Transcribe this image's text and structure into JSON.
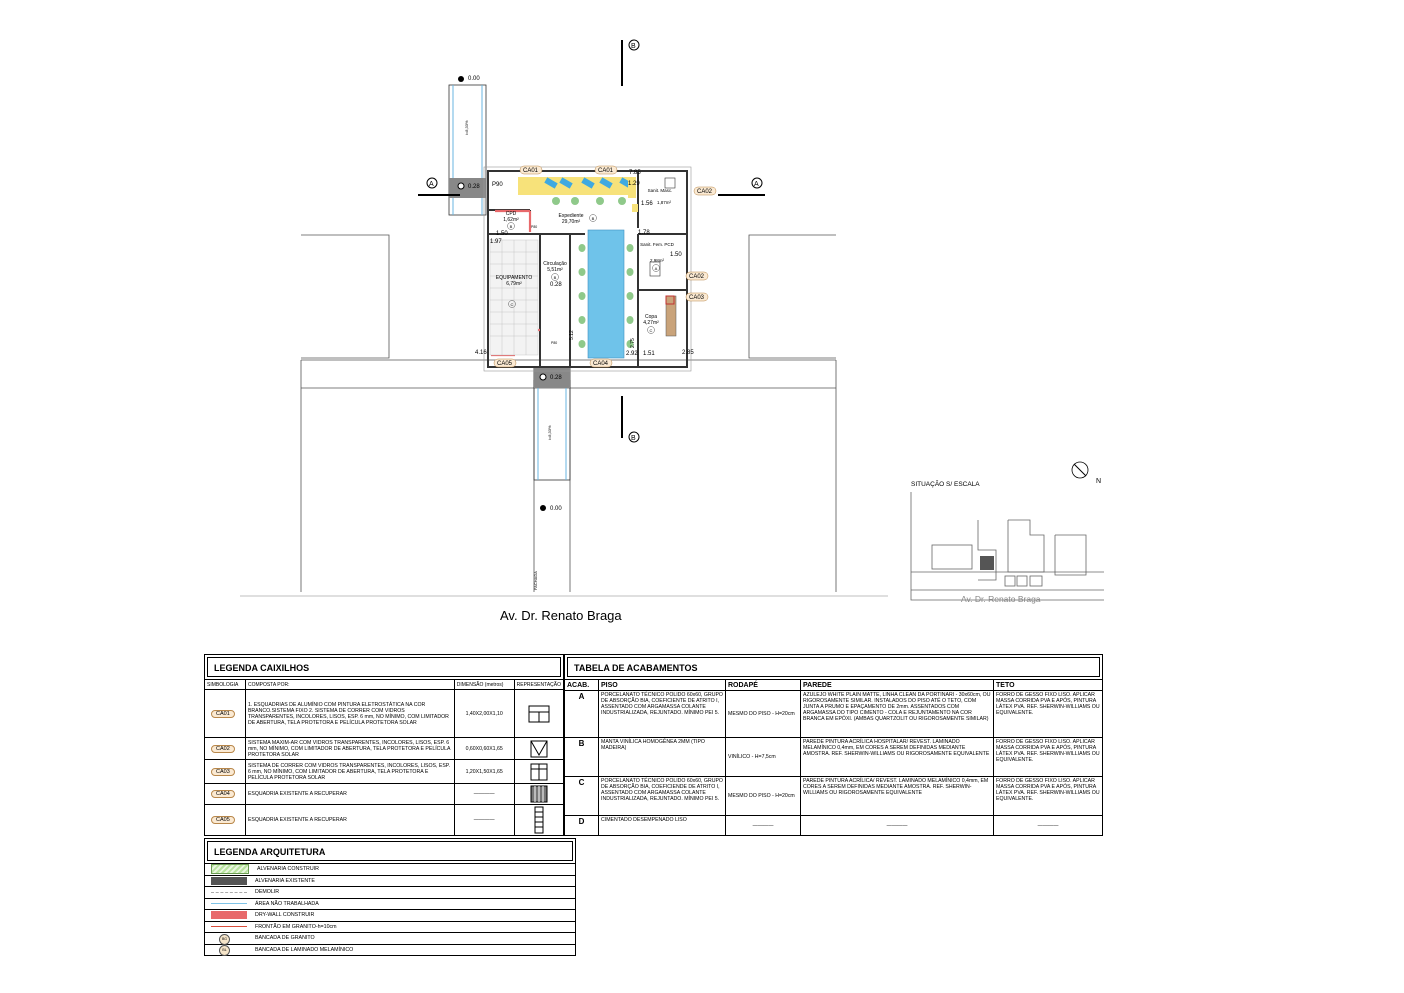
{
  "plan": {
    "levels": {
      "top": "0.00",
      "bottom": "0.00",
      "left_door": "0.28",
      "bottom_door": "0.28",
      "circ": "0.28"
    },
    "slope_labels": [
      "i=8,33%",
      "i=8,33%"
    ],
    "section_marks": {
      "a": "A",
      "b": "B"
    },
    "window_tags": {
      "ca01a": "CA01",
      "ca01b": "CA01",
      "ca02a": "CA02",
      "ca02b": "CA02",
      "ca03": "CA03",
      "ca04": "CA04",
      "ca05": "CA05"
    },
    "door_tag": "P90",
    "dimensions": {
      "d785": "7.85",
      "d129": "1.29",
      "d156": "1.56",
      "d150": "1.50",
      "d197": "1.97",
      "d178": "1.78",
      "d150b": "1.50",
      "d416": "4.16",
      "d512": "5.12",
      "d275": "2.75",
      "d292": "2.92",
      "d151": "1.51",
      "d285": "2.85",
      "d150c": "1.50"
    },
    "rooms": {
      "expediente": {
        "name": "Expediente",
        "area": "29,70m²",
        "tag": "B"
      },
      "cpd": {
        "name": "CPD",
        "area": "1,62m²",
        "tag": "B"
      },
      "equipamento": {
        "name": "EQUIPAMENTO",
        "area": "6,79m²",
        "tag": "C"
      },
      "circulacao": {
        "name": "Circulação",
        "area": "5,51m²",
        "tag": "B"
      },
      "sanit_masc": {
        "name": "Sanit. Masc.",
        "area": "1,87m²"
      },
      "sanit_fem": {
        "name": "Sanit. Fem. PCD",
        "area": "2,98m²",
        "tag": "A"
      },
      "copa": {
        "name": "Copa",
        "area": "4,27m²",
        "tag": "C"
      }
    },
    "small_labels": {
      "p80a": "P80",
      "p80b": "P80"
    },
    "fachada": "FACHADA"
  },
  "situacao": {
    "title": "SITUAÇÃO S/ ESCALA",
    "north": "N",
    "street": "Av. Dr. Renato Braga"
  },
  "street_label": "Av. Dr. Renato Braga",
  "legenda_caixilhos": {
    "title": "LEGENDA CAIXILHOS",
    "headers": [
      "SIMBOLOGIA",
      "COMPOSTA POR:",
      "DIMENSÃO (metros)",
      "REPRESENTAÇÃO"
    ],
    "rows": [
      {
        "code": "CA01",
        "desc": "1. ESQUADRIAS DE ALUMÍNIO COM PINTURA ELETROSTÁTICA NA COR BRANCO.SISTEMA FIXO 2. SISTEMA DE CORRER COM VIDROS TRANSPARENTES, INCOLORES, LISOS, ESP. 6 mm, NO MÍNIMO, COM LIMITADOR DE ABERTURA, TELA PROTETORA E PELÍCULA PROTETORA SOLAR",
        "dim": "1,40X2,00X1,10"
      },
      {
        "code": "CA02",
        "desc": "SISTEMA MAXIM-AR COM VIDROS TRANSPARENTES, INCOLORES, LISOS, ESP. 6 mm, NO MÍNIMO, COM LIMITADOR DE ABERTURA, TELA PROTETORA E PELÍCULA PROTETORA SOLAR",
        "dim": "0,60X0,60X1,65"
      },
      {
        "code": "CA03",
        "desc": "SISTEMA DE CORRER COM VIDROS TRANSPARENTES, INCOLORES, LISOS, ESP. 6 mm, NO MÍNIMO, COM LIMITADOR DE ABERTURA, TELA PROTETORA E PELÍCULA PROTETORA SOLAR",
        "dim": "1,20X1,50X1,65"
      },
      {
        "code": "CA04",
        "desc": "ESQUADRIA EXISTENTE A RECUPERAR",
        "dim": "————"
      },
      {
        "code": "CA05",
        "desc": "ESQUADRIA EXISTENTE A RECUPERAR",
        "dim": "————"
      }
    ]
  },
  "tabela_acabamentos": {
    "title": "TABELA DE ACABAMENTOS",
    "headers": [
      "ACAB.",
      "PISO",
      "RODAPÉ",
      "PAREDE",
      "TETO"
    ],
    "rows": [
      {
        "code": "A",
        "piso": "PORCELANATO TÉCNICO POLIDO 60x60, GRUPO DE ABSORÇÃO BIA, COEFICIENTE DE ATRITO I, ASSENTADO COM ARGAMASSA COLANTE INDUSTRIALIZADA, REJUNTADO. MÍNIMO PEI 5.",
        "rodape": "MESMO DO PISO - H=20cm",
        "parede": "AZULEJO WHITE PLAIN MATTE, LINHA CLEAN DA PORTINARI - 30x60cm, OU RIGOROSAMENTE SIMILAR. INSTALADOS DO PISO ATÉ O TETO, COM JUNTA A PRUMO E EPAÇAMENTO DE 2mm. ASSENTADOS COM ARGAMASSA DO TIPO CIMENTO - COLA E REJUNTAMENTO NA COR BRANCA EM EPÓXI. (AMBAS QUARTZOLIT OU RIGOROSAMENTE SIMILAR)",
        "teto": "FORRO DE GESSO FIXO LISO. APLICAR MASSA CORRIDA PVA E APÓS, PINTURA LÁTEX PVA. REF. SHERWIN-WILLIAMS OU EQUIVALENTE."
      },
      {
        "code": "B",
        "piso": "MANTA VINÍLICA HOMOGÊNEA 2MM (TIPO MADEIRA)",
        "rodape": "VINÍLICO - H=7,5cm",
        "parede": "PAREDE PINTURA ACRÍLICA HOSPITALAR/ REVEST. LAMINADO MELAMÍNICO 0,4mm, EM CORES A SEREM DEFINIDAS MEDIANTE AMOSTRA. REF. SHERWIN-WILLIAMS OU RIGOROSAMENTE EQUIVALENTE",
        "teto": "FORRO DE GESSO FIXO LISO. APLICAR MASSA CORRIDA PVA E APÓS, PINTURA LÁTEX PVA. REF. SHERWIN-WILLIAMS OU EQUIVALENTE."
      },
      {
        "code": "C",
        "piso": "PORCELANATO TÉCNICO POLIDO 60x60, GRUPO DE ABSORÇÃO BIA, COEFICIENDE DE ATRITO I, ASSENTADO COM ARGAMASSA COLANTE INDUSTRIALIZADA, REJUNTADO. MÍNIMO PEI 5.",
        "rodape": "MESMO DO PISO - H=20cm",
        "parede": "PAREDE PINTURA ACRÍLICA/ REVEST. LAMINADO MELAMÍNICO 0,4mm, EM CORES A SEREM DEFINIDAS MEDIANTE AMOSTRA. REF. SHERWIN-WILLIAMS OU RIGOROSAMENTE EQUIVALENTE",
        "teto": "FORRO DE GESSO FIXO LISO. APLICAR MASSA CORRIDA PVA E APÓS, PINTURA LÁTEX PVA. REF. SHERWIN-WILLIAMS OU EQUIVALENTE."
      },
      {
        "code": "D",
        "piso": "CIMENTADO DESEMPENADO LISO",
        "rodape": "————",
        "parede": "————",
        "teto": "————"
      }
    ]
  },
  "legenda_arquitetura": {
    "title": "LEGENDA ARQUITETURA",
    "items": [
      {
        "label": "ALVENARIA CONSTRUIR",
        "color": "#b9e3a0"
      },
      {
        "label": "ALVENARIA EXISTENTE",
        "color": "#555555"
      },
      {
        "label": "DEMOLIR",
        "color": "#dddddd"
      },
      {
        "label": "ÁREA NÃO TRABALHADA",
        "color": "#7fc4e8"
      },
      {
        "label": "DRY-WALL CONSTRUIR",
        "color": "#e8696b"
      },
      {
        "label": "FRONTÃO EM GRANITO-h=10cm",
        "color": "#d94c3a"
      },
      {
        "label": "BANCADA DE GRANITO",
        "tag": "BG"
      },
      {
        "label": "BANCADA DE LAMINADO MELAMÍNICO",
        "tag": "BL"
      }
    ]
  }
}
